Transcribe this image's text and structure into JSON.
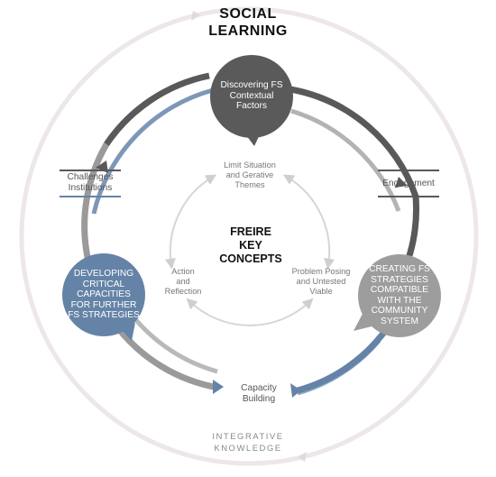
{
  "outer_title": [
    "SOCIAL",
    "LEARNING"
  ],
  "outer_footer": [
    "INTEGRATIVE",
    "KNOWLEDGE"
  ],
  "center_title": [
    "FREIRE",
    "KEY",
    "CONCEPTS"
  ],
  "nodes": {
    "top": {
      "lines": [
        "Discovering FS",
        "Contextual",
        "Factors"
      ],
      "color": "#5a5a5a"
    },
    "right": {
      "lines": [
        "CREATING FS",
        "STRATEGIES",
        "COMPATIBLE",
        "WITH THE",
        "COMMUNITY",
        "SYSTEM"
      ],
      "color": "#9d9d9d"
    },
    "left": {
      "lines": [
        "DEVELOPING",
        "CRITICAL",
        "CAPACITIES",
        "FOR FURTHER",
        "FS STRATEGIES"
      ],
      "color": "#6583a6"
    }
  },
  "cycle_labels": {
    "challenges": [
      "Challenges",
      "Institutions"
    ],
    "engagement": [
      "Engagement"
    ],
    "capacity": [
      "Capacity",
      "Building"
    ]
  },
  "concepts": {
    "top": [
      "Limit Situation",
      "and Gerative",
      "Themes"
    ],
    "left": [
      "Action",
      "and",
      "Reflection"
    ],
    "right": [
      "Problem Posing",
      "and Untested",
      "Viable"
    ]
  },
  "colors": {
    "dark_gray": "#595959",
    "mid_gray": "#9a9a9a",
    "blue": "#6583a6",
    "outer_ring": "#ede7e7",
    "inner_ring": "#dcdcdc"
  }
}
